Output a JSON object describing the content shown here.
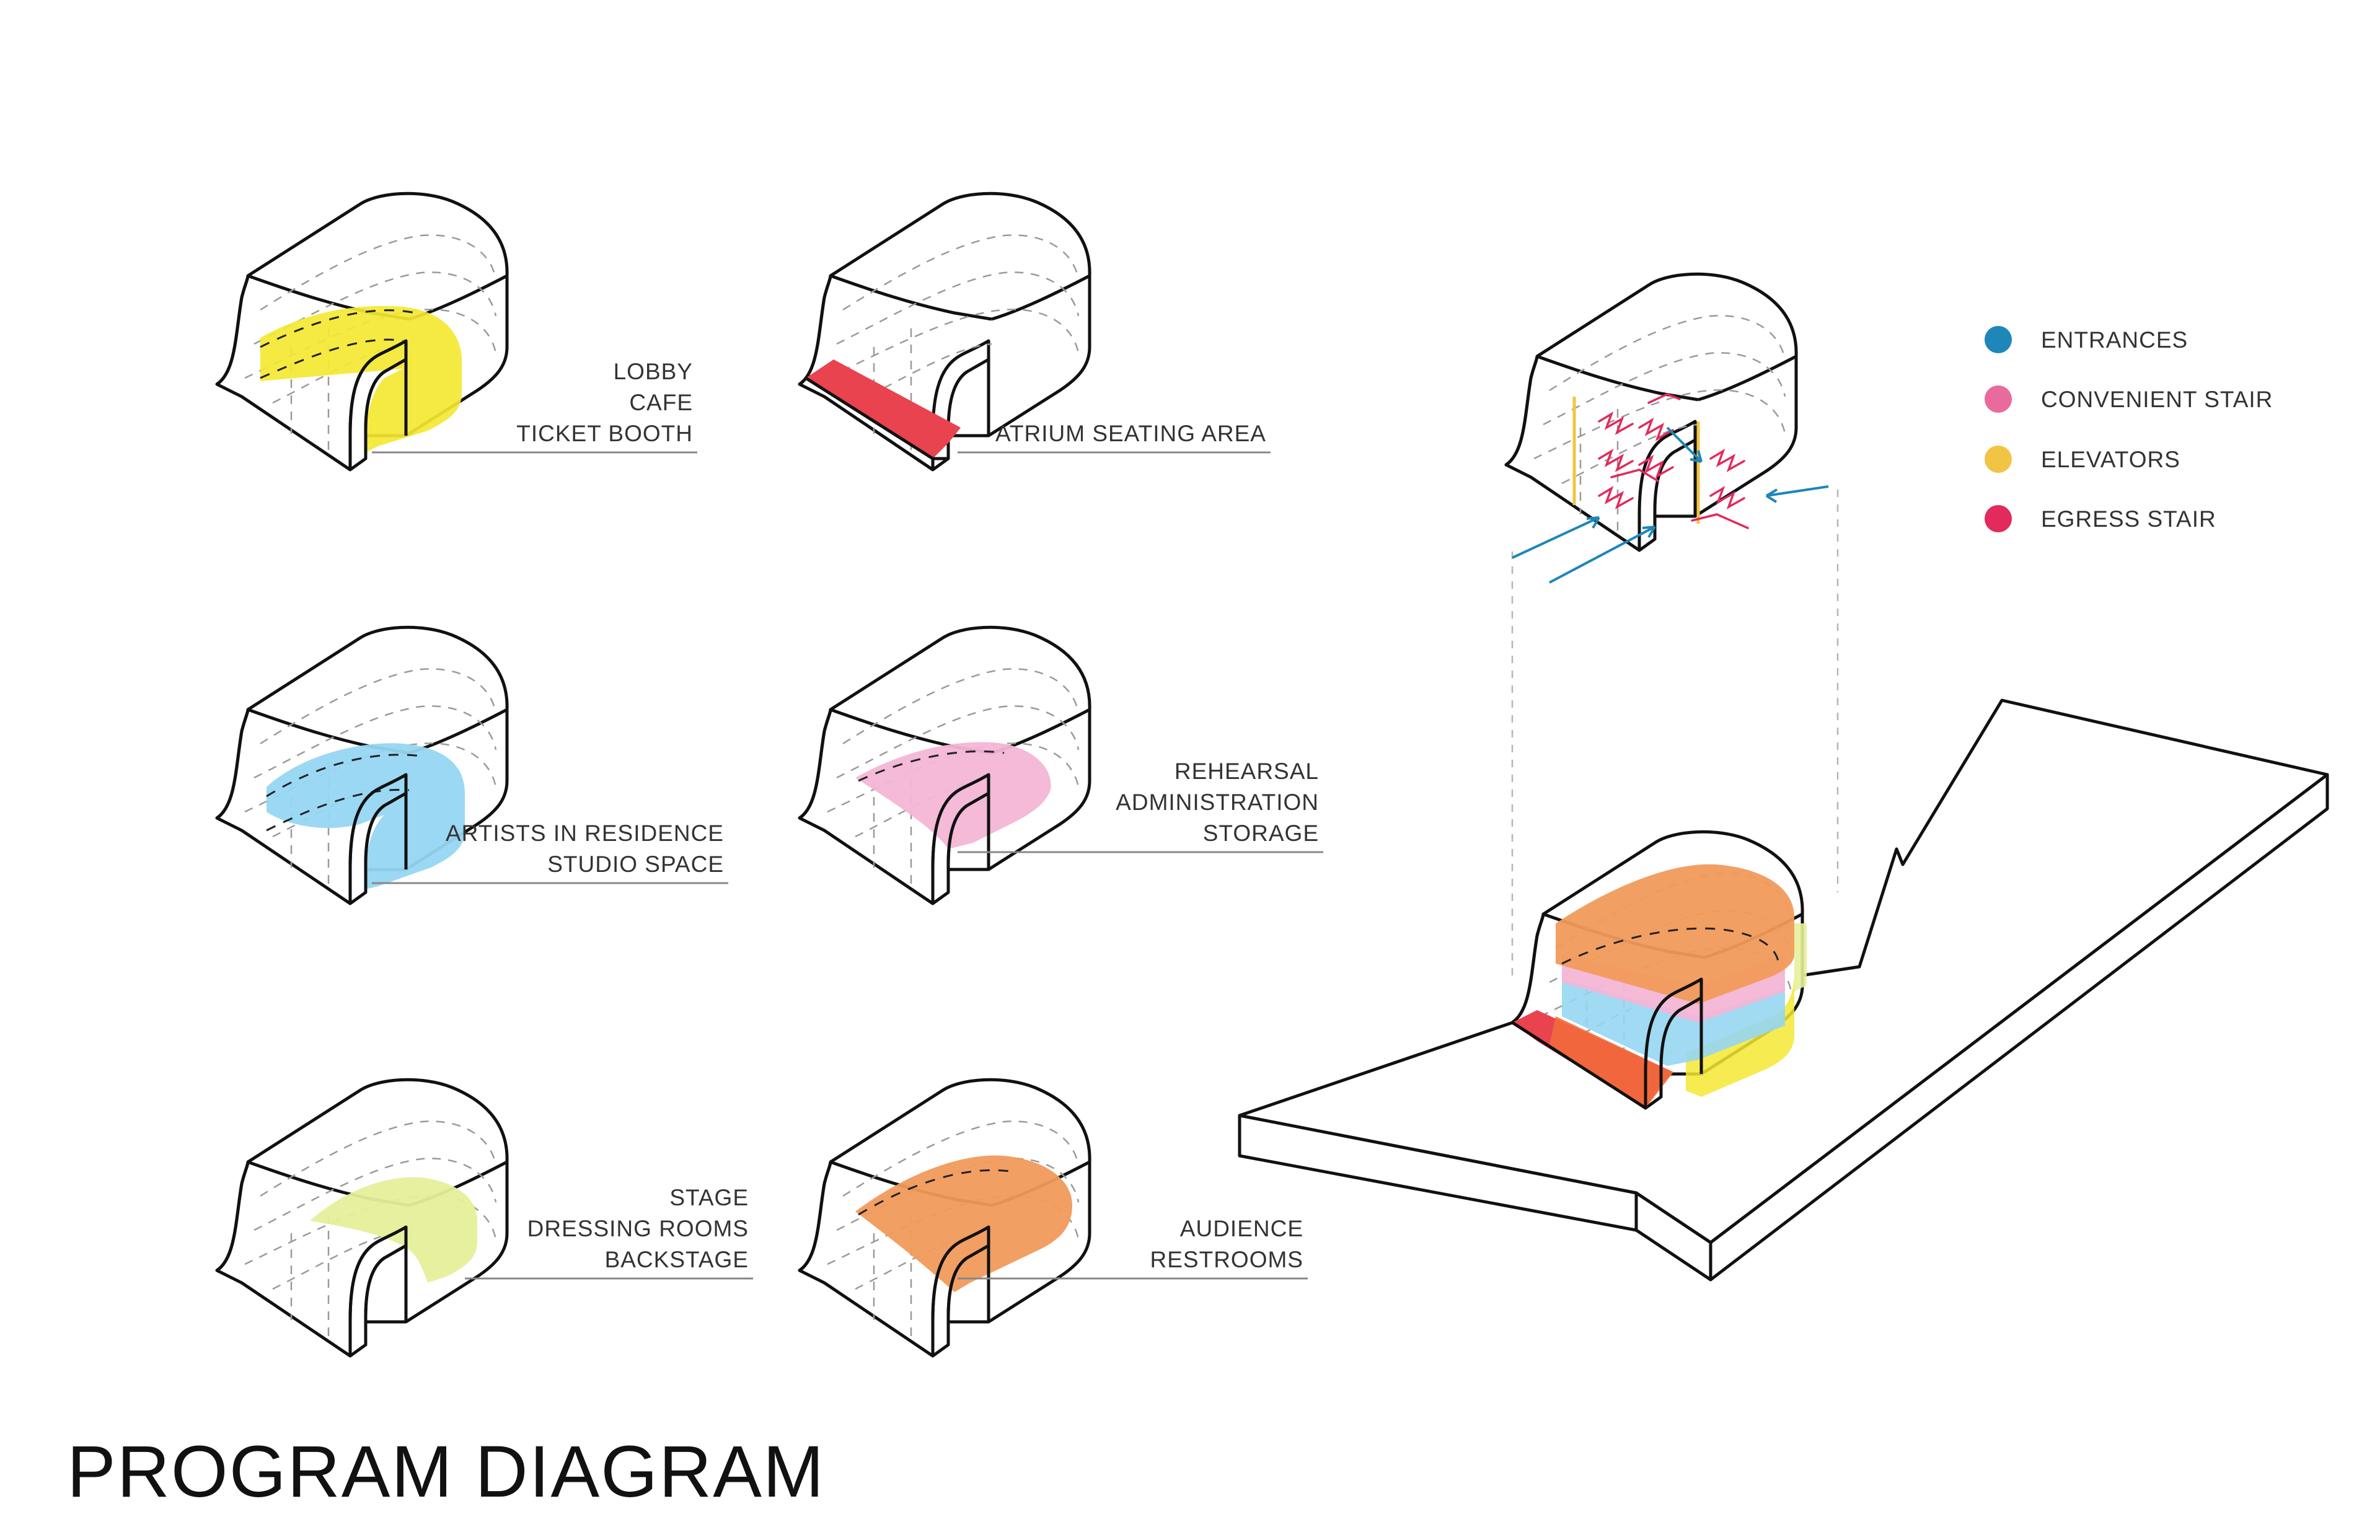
{
  "title": "PROGRAM DIAGRAM",
  "colors": {
    "lobby": "#f4e832",
    "atrium": "#e8434e",
    "artists": "#96d6f2",
    "rehearsal": "#f3b6d6",
    "stage": "#e6ef9a",
    "audience": "#f19a5c",
    "entrances": "#1e86b8",
    "convenient_stair": "#e96b9e",
    "elevators": "#f2c443",
    "egress_stair": "#e22a5c"
  },
  "programs": [
    {
      "key": "lobby",
      "lines": [
        "LOBBY",
        "CAFE",
        "TICKET BOOTH"
      ]
    },
    {
      "key": "atrium",
      "lines": [
        "ATRIUM SEATING AREA"
      ]
    },
    {
      "key": "artists",
      "lines": [
        "ARTISTS IN RESIDENCE",
        "STUDIO SPACE"
      ]
    },
    {
      "key": "rehearsal",
      "lines": [
        "REHEARSAL",
        "ADMINISTRATION",
        "STORAGE"
      ]
    },
    {
      "key": "stage",
      "lines": [
        "STAGE",
        "DRESSING ROOMS",
        "BACKSTAGE"
      ]
    },
    {
      "key": "audience",
      "lines": [
        "AUDIENCE",
        "RESTROOMS"
      ]
    }
  ],
  "legend": [
    {
      "label": "ENTRANCES",
      "color": "#1e86b8"
    },
    {
      "label": "CONVENIENT STAIR",
      "color": "#e96b9e"
    },
    {
      "label": "ELEVATORS",
      "color": "#f2c443"
    },
    {
      "label": "EGRESS STAIR",
      "color": "#e22a5c"
    }
  ]
}
